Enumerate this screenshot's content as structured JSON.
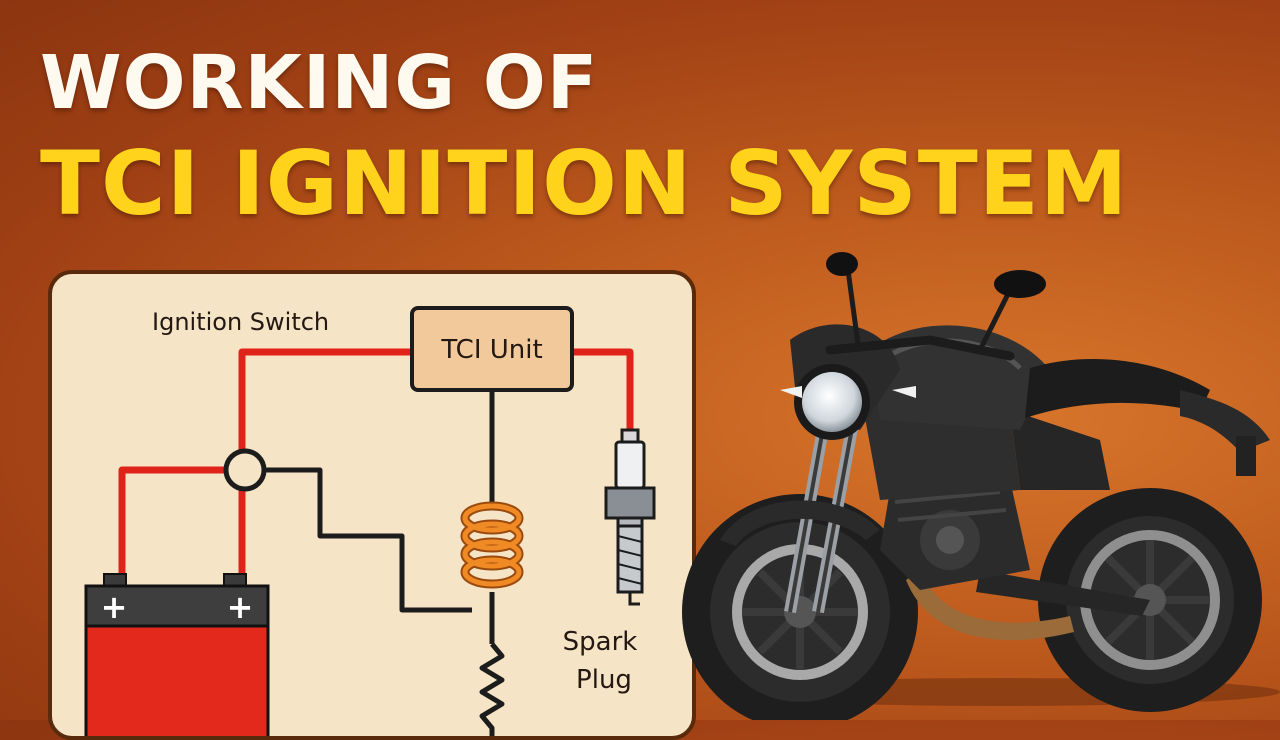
{
  "title": {
    "line1": "WORKING OF",
    "line2": "TCI IGNITION SYSTEM"
  },
  "diagram": {
    "labels": {
      "ignition_switch": "Ignition Switch",
      "tci_unit": "TCI Unit",
      "spark_plug_line1": "Spark",
      "spark_plug_line2": "Plug",
      "battery_plus_left": "+",
      "battery_plus_right": "+"
    },
    "colors": {
      "wire_positive": "#e0231a",
      "wire_signal": "#1c1c1c",
      "coil": "#f08a24",
      "battery": "#e3281c",
      "tci_box": "#f2c99a"
    }
  },
  "illustration": {
    "subject": "motorcycle-icon"
  },
  "colors": {
    "title_white": "#fffaf0",
    "title_yellow": "#ffd21c",
    "background": "#bd5a1d"
  }
}
